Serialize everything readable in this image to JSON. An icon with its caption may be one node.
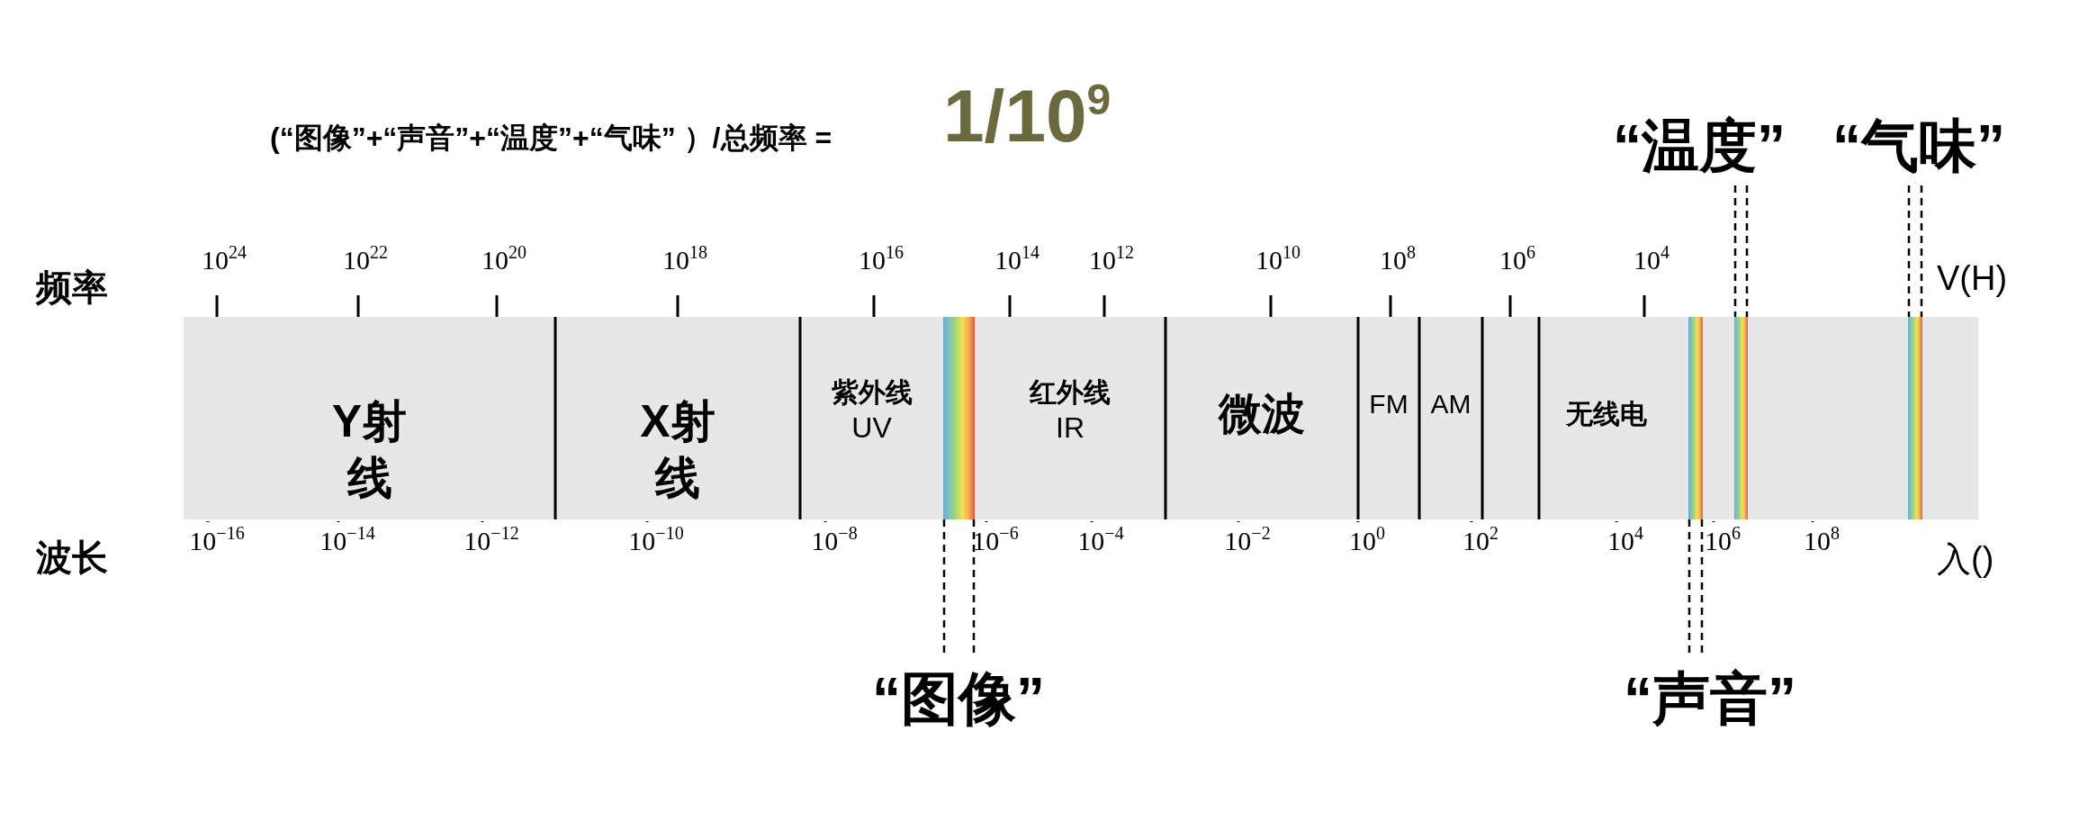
{
  "diagram": {
    "title": "(“图像”+“声音”+“温度”+“气味” ）/总频率 =",
    "nodes": [
      {
        "text": [
          "“温度”"
        ]
      },
      {
        "text": [
          "“气味”"
        ]
      },
      {
        "text": [
          "Y射线"
        ]
      },
      {
        "text": [
          "X射线"
        ]
      },
      {
        "text": [
          "紫外线",
          "UV"
        ]
      },
      {
        "text": [],
        "shape": "bar"
      },
      {
        "text": [
          "红外线",
          "IR"
        ]
      },
      {
        "text": [
          "微波"
        ]
      },
      {
        "text": [
          "FM"
        ]
      },
      {
        "text": [
          "AM"
        ]
      },
      {
        "text": [
          "无线电"
        ]
      },
      {
        "text": [],
        "shape": "bar"
      },
      {
        "text": [],
        "shape": "bar"
      },
      {
        "text": [],
        "shape": "bar"
      },
      {
        "text": [
          "“图像”"
        ]
      },
      {
        "text": [
          "“声音”"
        ]
      }
    ],
    "edges": [
      {
        "from": 14,
        "to": 5,
        "arrow": "none",
        "style": "dashed"
      },
      {
        "from": 15,
        "to": 11,
        "arrow": "none",
        "style": "dashed"
      },
      {
        "from": 0,
        "to": 12,
        "arrow": "none",
        "style": "dashed"
      },
      {
        "from": 1,
        "to": 13,
        "arrow": "none",
        "style": "dashed"
      }
    ],
    "labels": [
      "1/10$^{9}$",
      "频率",
      "10$^{24}$",
      "10$^{22}$",
      "10$^{20}$",
      "10$^{18}$",
      "10$^{16}$",
      "10$^{14}$",
      "10$^{12}$",
      "10$^{10}$",
      "10$^{8}$",
      "10$^{6}$",
      "10$^{4}$",
      "V(H)",
      "波长",
      "10$^{−16}$",
      "10$^{−14}$",
      "10$^{−12}$",
      "10$^{−10}$",
      "10$^{−8}$",
      "10$^{−6}$",
      "10$^{−4}$",
      "10$^{−2}$",
      "10$^{0}$",
      "10$^{2}$",
      "10$^{4}$",
      "10$^{6}$",
      "10$^{8}$",
      "入()"
    ]
  }
}
